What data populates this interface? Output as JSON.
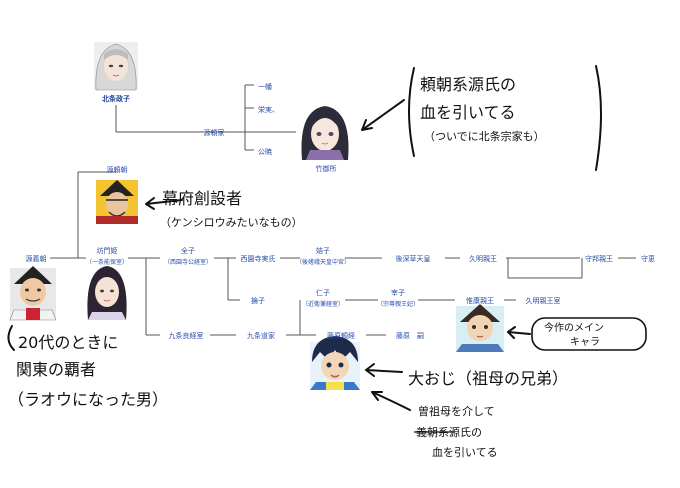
{
  "people": {
    "hojo_masako": "北条政子",
    "minamoto_yoriie": "源頼家",
    "ichiman": "一幡",
    "kugyo": "栄実、",
    "kugyo2": "公暁",
    "take_gosho": "竹御所",
    "minamoto_yoritomo": "源頼朝",
    "minamoto_yoshitomo": "源義朝",
    "bomonhime": "坊門姫",
    "bomonhime_sub": "（一条能保室）",
    "zenshi": "全子",
    "zenshi_sub": "（西園寺公経室）",
    "saionji": "西園寺実氏",
    "kitsushi": "姞子",
    "kitsushi_sub": "（後嵯峨天皇中宮）",
    "gofukakusa": "後深草天皇",
    "hisaaki": "久明親王",
    "morikuni": "守邦親王",
    "moriyoshi": "守恵",
    "rinshi": "掄子",
    "jinshi": "仁子",
    "jinshi_sub": "（近衛兼経室）",
    "saishi": "宰子",
    "saishi_sub": "（宗尊親王妃）",
    "koreyasu": "惟康親王",
    "hisaaki_shitsu": "久明親王室",
    "kujo_yoshitsune": "九条良経室",
    "kujo_michiie": "九条道家",
    "fujiwara_yoritsune": "藤原頼経",
    "fujiwara_yoritsugu": "藤原　嗣"
  },
  "notes": {
    "note1_line1": "頼朝系源氏の",
    "note1_line2": "血を引いてる",
    "note1_line3": "（ついでに北条宗家も）",
    "note2_line1": "幕府創設者",
    "note2_line2": "（ケンシロウみたいなもの）",
    "note3_line1": "20代のときに",
    "note3_line2": "関東の覇者",
    "note3_line3": "（ラオウになった男）",
    "note4_line1": "今作のメイン",
    "note4_line2": "キャラ",
    "note5": "大おじ（祖母の兄弟）",
    "note6_line1": "曽祖母を介して",
    "note6_line2": "義朝系源氏の",
    "note6_line3": "血を引いてる"
  }
}
